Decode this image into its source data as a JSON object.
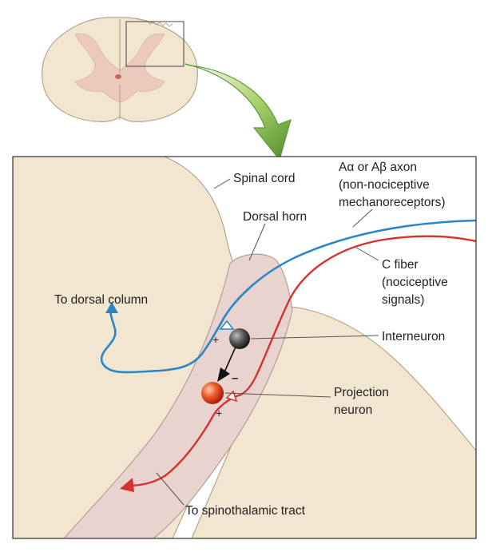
{
  "colors": {
    "tissue": "#f3e6d0",
    "tissue_edge": "#b8a48c",
    "gray_matter": "#ebc9bd",
    "horn_fill": "#e8d3cf",
    "blue_axon": "#2a86c8",
    "red_axon": "#d6312e",
    "arrow_green": "#7fb24a",
    "leader": "#555555"
  },
  "labels": {
    "spinal_cord": "Spinal cord",
    "dorsal_horn": "Dorsal horn",
    "a_axon_line1": "Aα or Aβ axon",
    "a_axon_line2": "(non-nociceptive",
    "a_axon_line3": "mechanoreceptors)",
    "c_fiber_line1": "C fiber",
    "c_fiber_line2": "(nociceptive",
    "c_fiber_line3": "signals)",
    "to_dorsal_column": "To dorsal column",
    "interneuron": "Interneuron",
    "projection_line1": "Projection",
    "projection_line2": "neuron",
    "to_spinothalamic": "To spinothalamic tract",
    "sign_plus_inter": "+",
    "sign_minus": "–",
    "sign_plus_proj": "+"
  },
  "icons": {
    "magnify_arrow": "green-curved-arrow-icon",
    "interneuron_cell": "gray-sphere-icon",
    "projection_cell": "red-sphere-icon"
  }
}
